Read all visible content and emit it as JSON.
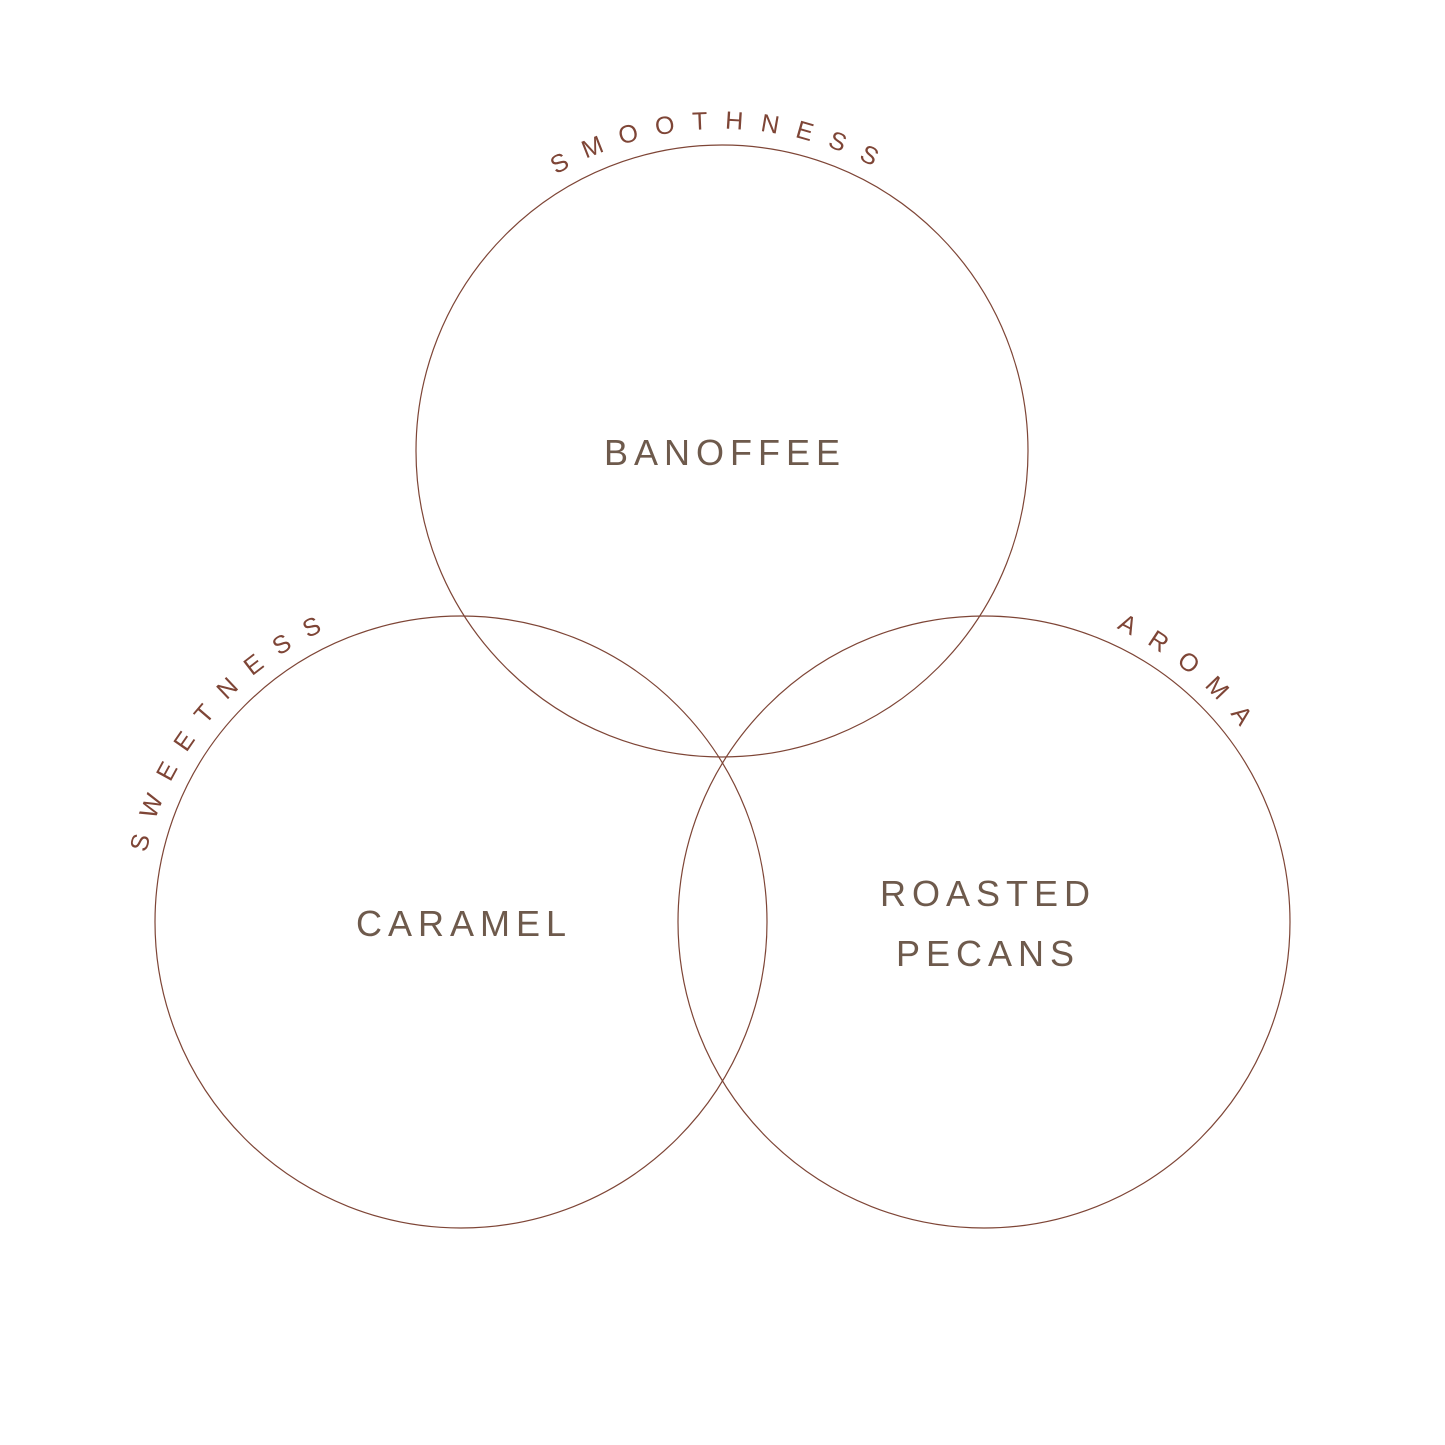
{
  "diagram": {
    "type": "venn",
    "colors": {
      "stroke": "#7e4536",
      "arc_text": "#7e4536",
      "center_text": "#6e5a4c"
    },
    "circles": [
      {
        "id": "top",
        "arc_label": "SMOOTHNESS",
        "center_lines": [
          "BANOFFEE"
        ]
      },
      {
        "id": "left",
        "arc_label": "SWEETNESS",
        "center_lines": [
          "CARAMEL"
        ]
      },
      {
        "id": "right",
        "arc_label": "AROMA",
        "center_lines": [
          "ROASTED",
          "PECANS"
        ]
      }
    ]
  }
}
